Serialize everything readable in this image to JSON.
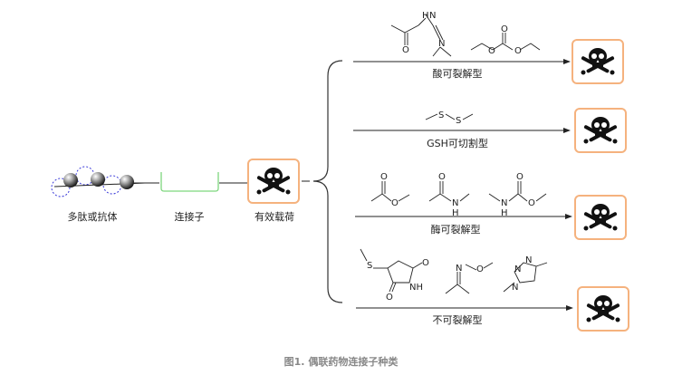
{
  "labels": {
    "antibody": "多肽或抗体",
    "linker": "连接子",
    "payload": "有效载荷",
    "acid": "酸可裂解型",
    "gsh": "GSH可切割型",
    "enzyme": "酶可裂解型",
    "noncleavable": "不可裂解型"
  },
  "caption": "图1. 偶联药物连接子种类",
  "colors": {
    "box_border": "#f5b27e",
    "linker_bracket": "#7ed67e",
    "dashed_circle": "#3b3bd9",
    "caption": "#888888"
  },
  "icons": [
    "skull-crossbones-icon"
  ],
  "chem_atoms": {
    "acid": {
      "h": "H",
      "n1": "N",
      "n2": "N",
      "o1": "O",
      "o2": "O",
      "o3": "O",
      "o4": "O"
    },
    "gsh": {
      "s1": "S",
      "s2": "S"
    },
    "enzyme": {
      "o1": "O",
      "o2": "O",
      "o3": "O",
      "n1": "N",
      "h1": "H",
      "n2": "N",
      "h2": "H",
      "o4": "O"
    },
    "noncleavable": {
      "s": "S",
      "o1": "O",
      "o2": "O",
      "nh": "NH",
      "n": "N",
      "o3": "O",
      "tn1": "N",
      "tn2": "N",
      "tn3": "N"
    }
  }
}
